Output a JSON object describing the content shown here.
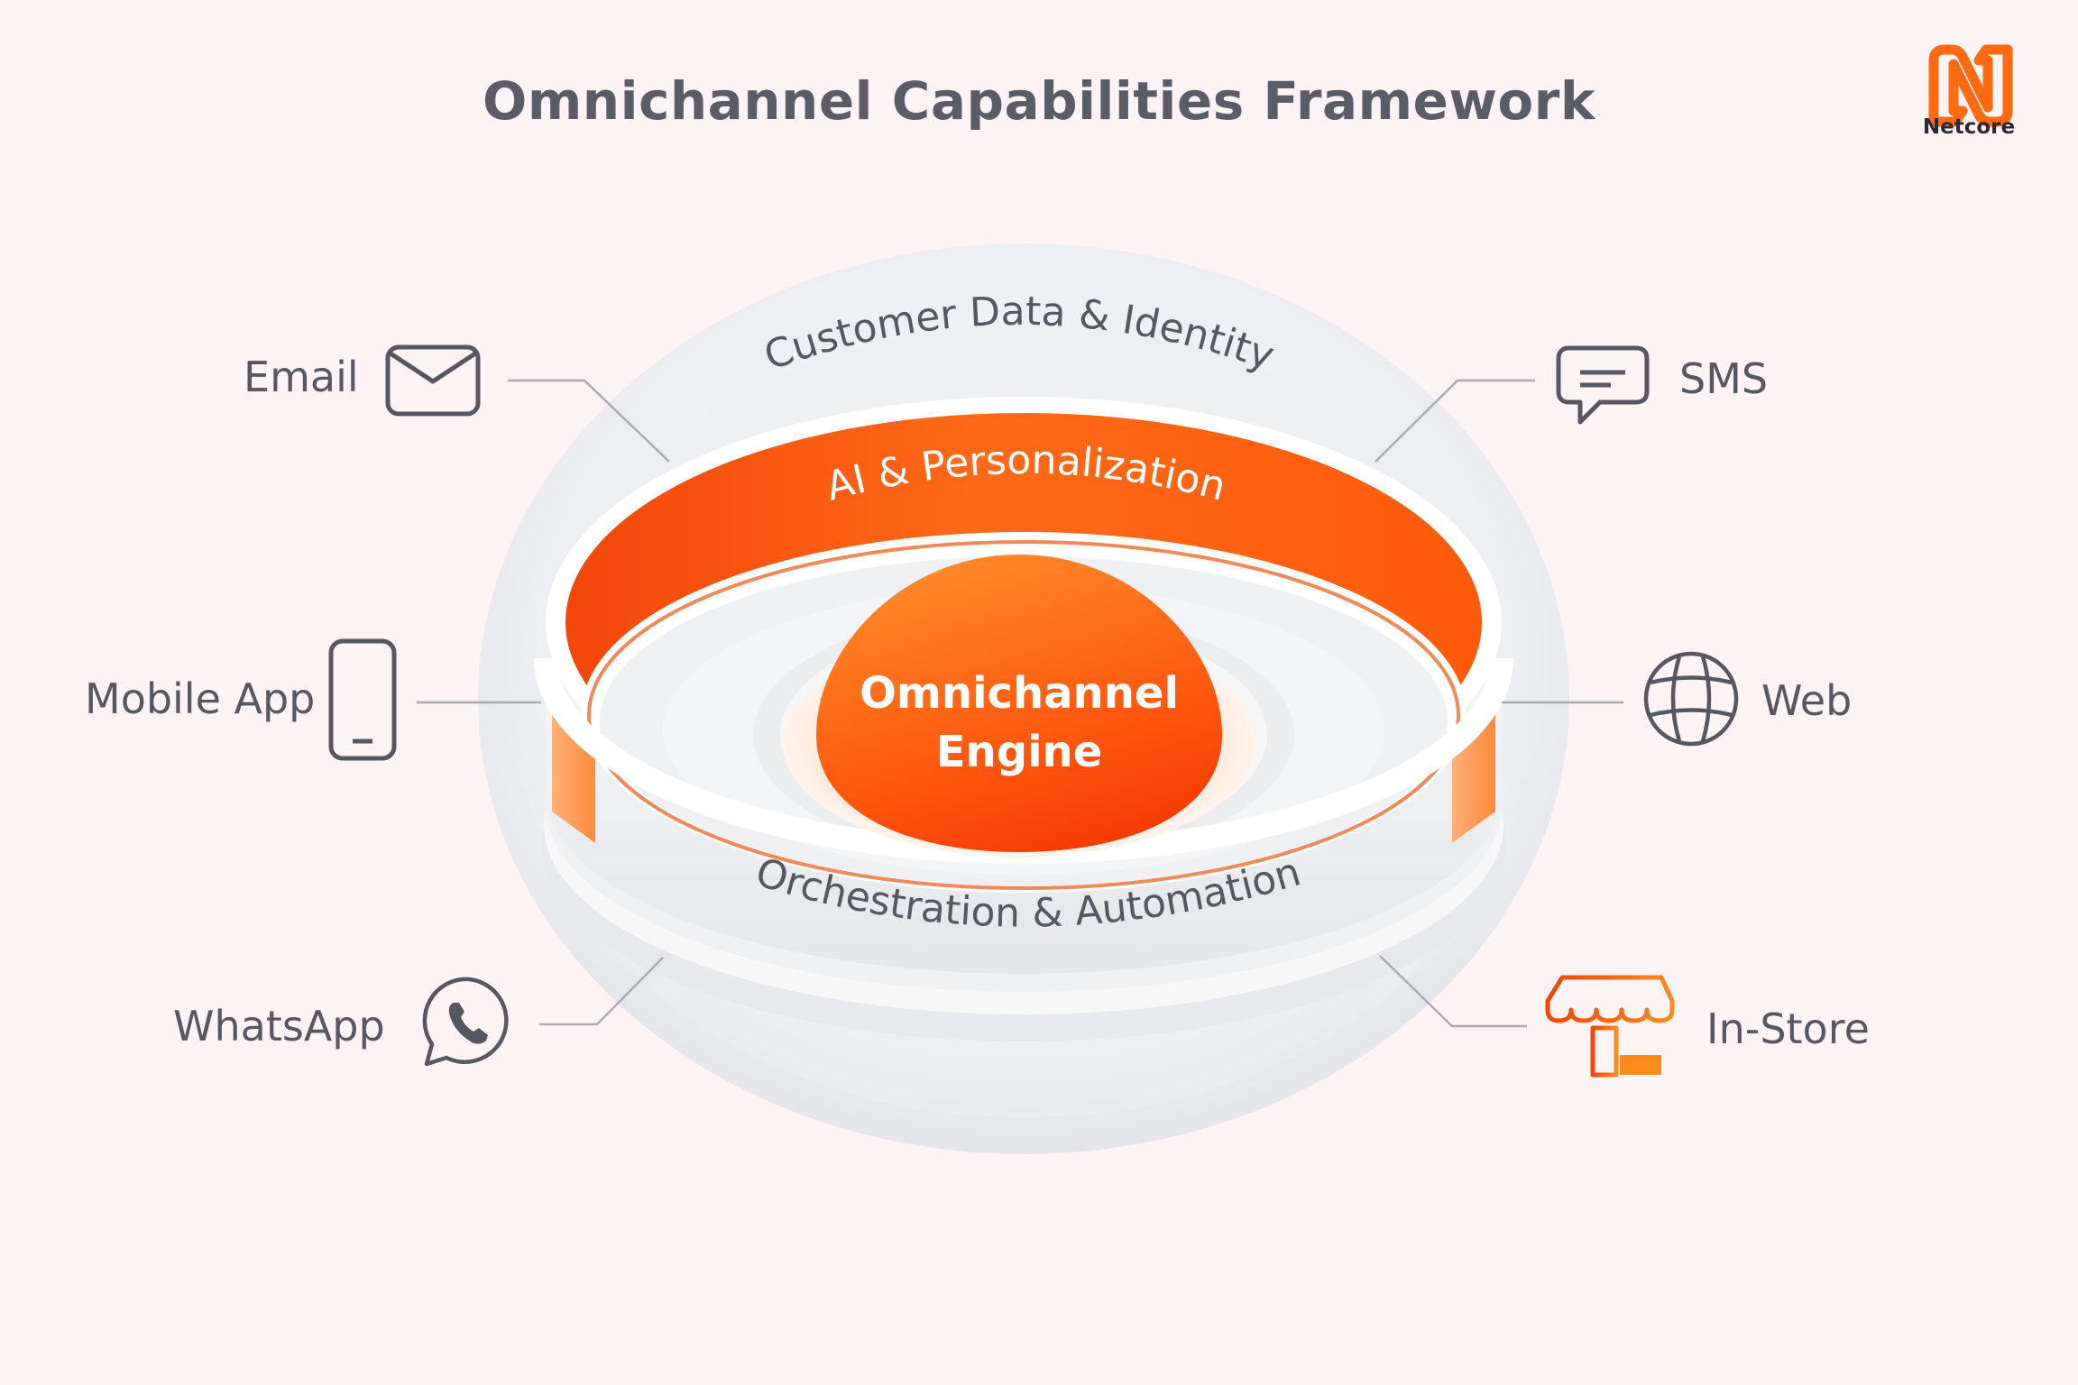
{
  "title": "Omnichannel Capabilities Framework",
  "brand": {
    "name": "Netcore",
    "accent": "#ff6a13"
  },
  "layers": {
    "outer": "Customer Data & Identity",
    "ring": "AI & Personalization",
    "base": "Orchestration & Automation",
    "core_line1": "Omnichannel",
    "core_line2": "Engine"
  },
  "channels": [
    {
      "label": "Email",
      "icon": "envelope-icon"
    },
    {
      "label": "SMS",
      "icon": "chat-bubble-icon"
    },
    {
      "label": "Mobile App",
      "icon": "smartphone-icon"
    },
    {
      "label": "Web",
      "icon": "globe-icon"
    },
    {
      "label": "WhatsApp",
      "icon": "whatsapp-icon"
    },
    {
      "label": "In-Store",
      "icon": "storefront-icon"
    }
  ],
  "colors": {
    "orange_light": "#ff8a2a",
    "orange_dark": "#f23c05",
    "text_gray": "#555860"
  }
}
